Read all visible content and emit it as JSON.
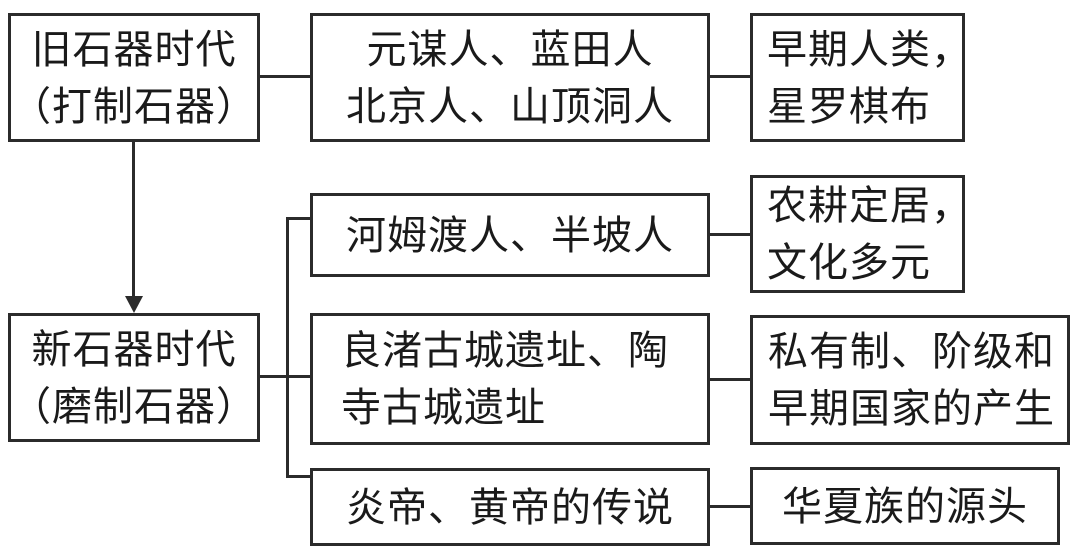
{
  "diagram": {
    "colors": {
      "line": "#2b2b2b",
      "text": "#1a1a1a",
      "background": "#ffffff"
    },
    "boxes": {
      "paleolithic_era": {
        "line1": "旧石器时代",
        "line2": "（打制石器）"
      },
      "paleolithic_people": {
        "line1": "元谋人、蓝田人",
        "line2": "北京人、山顶洞人"
      },
      "paleolithic_trait": {
        "line1": "早期人类，",
        "line2": "星罗棋布"
      },
      "hemudu_banpo": {
        "line1": "河姆渡人、半坡人"
      },
      "farming_trait": {
        "line1": "农耕定居，",
        "line2": "文化多元"
      },
      "neolithic_era": {
        "line1": "新石器时代",
        "line2": "（磨制石器）"
      },
      "liangzhu_taosi": {
        "line1": "良渚古城遗址、陶",
        "line2": "寺古城遗址"
      },
      "state_trait": {
        "line1": "私有制、阶级和",
        "line2": "早期国家的产生"
      },
      "yan_huang_legend": {
        "line1": "炎帝、黄帝的传说"
      },
      "huaxia_origin": {
        "line1": "华夏族的源头"
      }
    }
  }
}
